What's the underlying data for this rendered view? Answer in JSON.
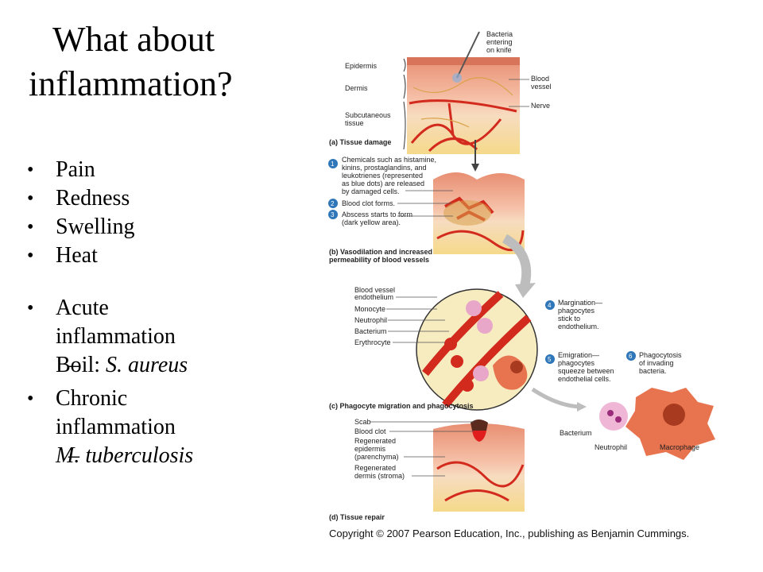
{
  "slide": {
    "title_line1": "What about",
    "title_line2": "inflammation?",
    "symptoms": [
      "Pain",
      "Redness",
      "Swelling",
      "Heat"
    ],
    "acute": {
      "label_line1": "Acute",
      "label_line2": "inflammation",
      "example_prefix": "Boil: ",
      "example_organism": "S. aureus"
    },
    "chronic": {
      "label_line1": "Chronic",
      "label_line2": "inflammation",
      "example_organism": "M. tuberculosis"
    }
  },
  "figure": {
    "panel_a": {
      "caption": "(a) Tissue damage",
      "labels": {
        "bacteria": "Bacteria",
        "bacteria2": "entering",
        "bacteria3": "on knife",
        "epidermis": "Epidermis",
        "dermis": "Dermis",
        "subq1": "Subcutaneous",
        "subq2": "tissue",
        "blood1": "Blood",
        "blood2": "vessel",
        "nerve": "Nerve"
      }
    },
    "panel_b": {
      "caption1": "(b) Vasodilation and increased",
      "caption2": "permeability of blood vessels",
      "step1": [
        "Chemicals such as histamine,",
        "kinins, prostaglandins, and",
        "leukotrienes (represented",
        "as blue dots) are released",
        "by damaged cells."
      ],
      "step2": "Blood clot forms.",
      "step3": [
        "Abscess starts to form",
        "(dark yellow area)."
      ]
    },
    "panel_c": {
      "caption": "(c) Phagocyte migration and phagocytosis",
      "labels": [
        "Blood vessel",
        "endothelium",
        "Monocyte",
        "Neutrophil",
        "Bacterium",
        "Erythrocyte"
      ],
      "step4": [
        "Margination—",
        "phagocytes",
        "stick to",
        "endothelium."
      ],
      "step5": [
        "Emigration—",
        "phagocytes",
        "squeeze between",
        "endothelial cells."
      ],
      "step6": [
        "Phagocytosis",
        "of invading",
        "bacteria."
      ],
      "bacterium": "Bacterium",
      "neutrophil": "Neutrophil",
      "macrophage": "Macrophage"
    },
    "panel_d": {
      "caption": "(d) Tissue repair",
      "labels": [
        "Scab",
        "Blood clot",
        "Regenerated",
        "epidermis",
        "(parenchyma)",
        "Regenerated",
        "dermis (stroma)"
      ]
    },
    "step_numbers": [
      "1",
      "2",
      "3",
      "4",
      "5",
      "6"
    ],
    "copyright": "Copyright © 2007 Pearson Education, Inc., publishing as Benjamin Cummings."
  },
  "colors": {
    "step_badge": "#2f77b8",
    "skin": "#f3b49a",
    "vessel": "#d32a1e",
    "fat": "#f4d27a"
  }
}
